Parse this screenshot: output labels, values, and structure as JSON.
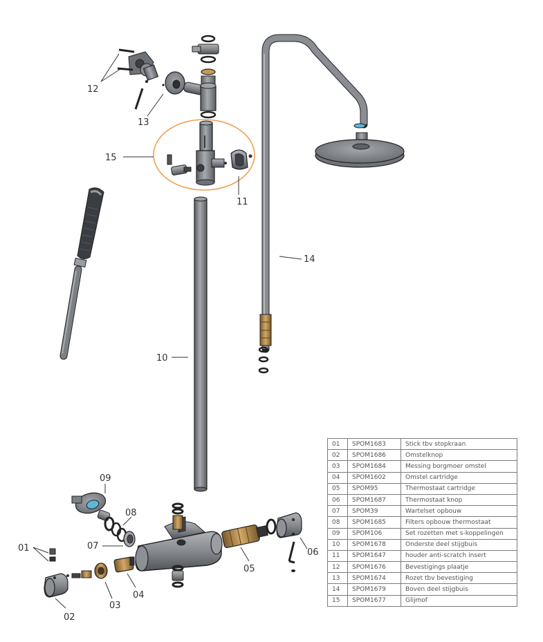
{
  "callouts": {
    "c01": "01",
    "c02": "02",
    "c03": "03",
    "c04": "04",
    "c05": "05",
    "c06": "06",
    "c07": "07",
    "c08": "08",
    "c09": "09",
    "c10": "10",
    "c11": "11",
    "c12": "12",
    "c13": "13",
    "c14": "14",
    "c15": "15"
  },
  "parts": [
    {
      "no": "01",
      "code": "SPOM1683",
      "desc": "Stick tbv stopkraan"
    },
    {
      "no": "02",
      "code": "SPOM1686",
      "desc": "Omstelknop"
    },
    {
      "no": "03",
      "code": "SPOM1684",
      "desc": "Messing borgmoer omstel"
    },
    {
      "no": "04",
      "code": "SPOM1602",
      "desc": "Omstel cartridge"
    },
    {
      "no": "05",
      "code": "SPOM95",
      "desc": "Thermostaat cartridge"
    },
    {
      "no": "06",
      "code": "SPOM1687",
      "desc": "Thermostaat knop"
    },
    {
      "no": "07",
      "code": "SPOM39",
      "desc": "Wartelset opbouw"
    },
    {
      "no": "08",
      "code": "SPOM1685",
      "desc": "Filters opbouw thermostaat"
    },
    {
      "no": "09",
      "code": "SPOM106",
      "desc": "Set rozetten met s-koppelingen"
    },
    {
      "no": "10",
      "code": "SPOM1678",
      "desc": "Onderste deel stijgbuis"
    },
    {
      "no": "11",
      "code": "SPOM1647",
      "desc": "houder anti-scratch insert"
    },
    {
      "no": "12",
      "code": "SPOM1676",
      "desc": "Bevestigings plaatje"
    },
    {
      "no": "13",
      "code": "SPOM1674",
      "desc": "Rozet tbv bevestiging"
    },
    {
      "no": "14",
      "code": "SPOM1679",
      "desc": "Boven deel stijgbuis"
    },
    {
      "no": "15",
      "code": "SPOM1677",
      "desc": "Glijmof"
    }
  ],
  "colors": {
    "metal": "#8a8d91",
    "metal_dark": "#55585c",
    "outline": "#222222",
    "brass": "#b8894a",
    "highlight_circle": "#f0a050",
    "accent_blue": "#5bb8d8"
  }
}
